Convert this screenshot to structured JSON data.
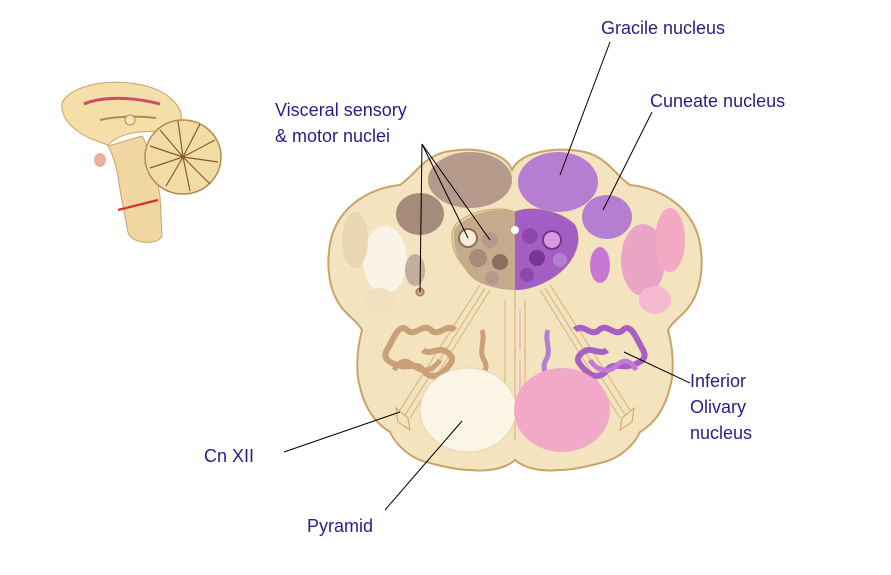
{
  "labels": {
    "visceral_line1": "Visceral sensory",
    "visceral_line2": "& motor nuclei",
    "gracile": "Gracile nucleus",
    "cuneate": "Cuneate nucleus",
    "inferior_line1": "Inferior",
    "inferior_line2": "Olivary",
    "inferior_line3": "nucleus",
    "cn12": "Cn XII",
    "pyramid": "Pyramid"
  },
  "colors": {
    "label_text": "#2a1c8c",
    "tissue_base": "#f3e3bf",
    "tissue_outline": "#c9a46a",
    "gracile_purple": "#b57ed1",
    "olive_purple": "#a85fc3",
    "pink_tract": "#f2a9c8",
    "pyramid_left": "#fbf5e6",
    "brown_nuclei": "#b59a8b",
    "section_line": "#d63030"
  }
}
